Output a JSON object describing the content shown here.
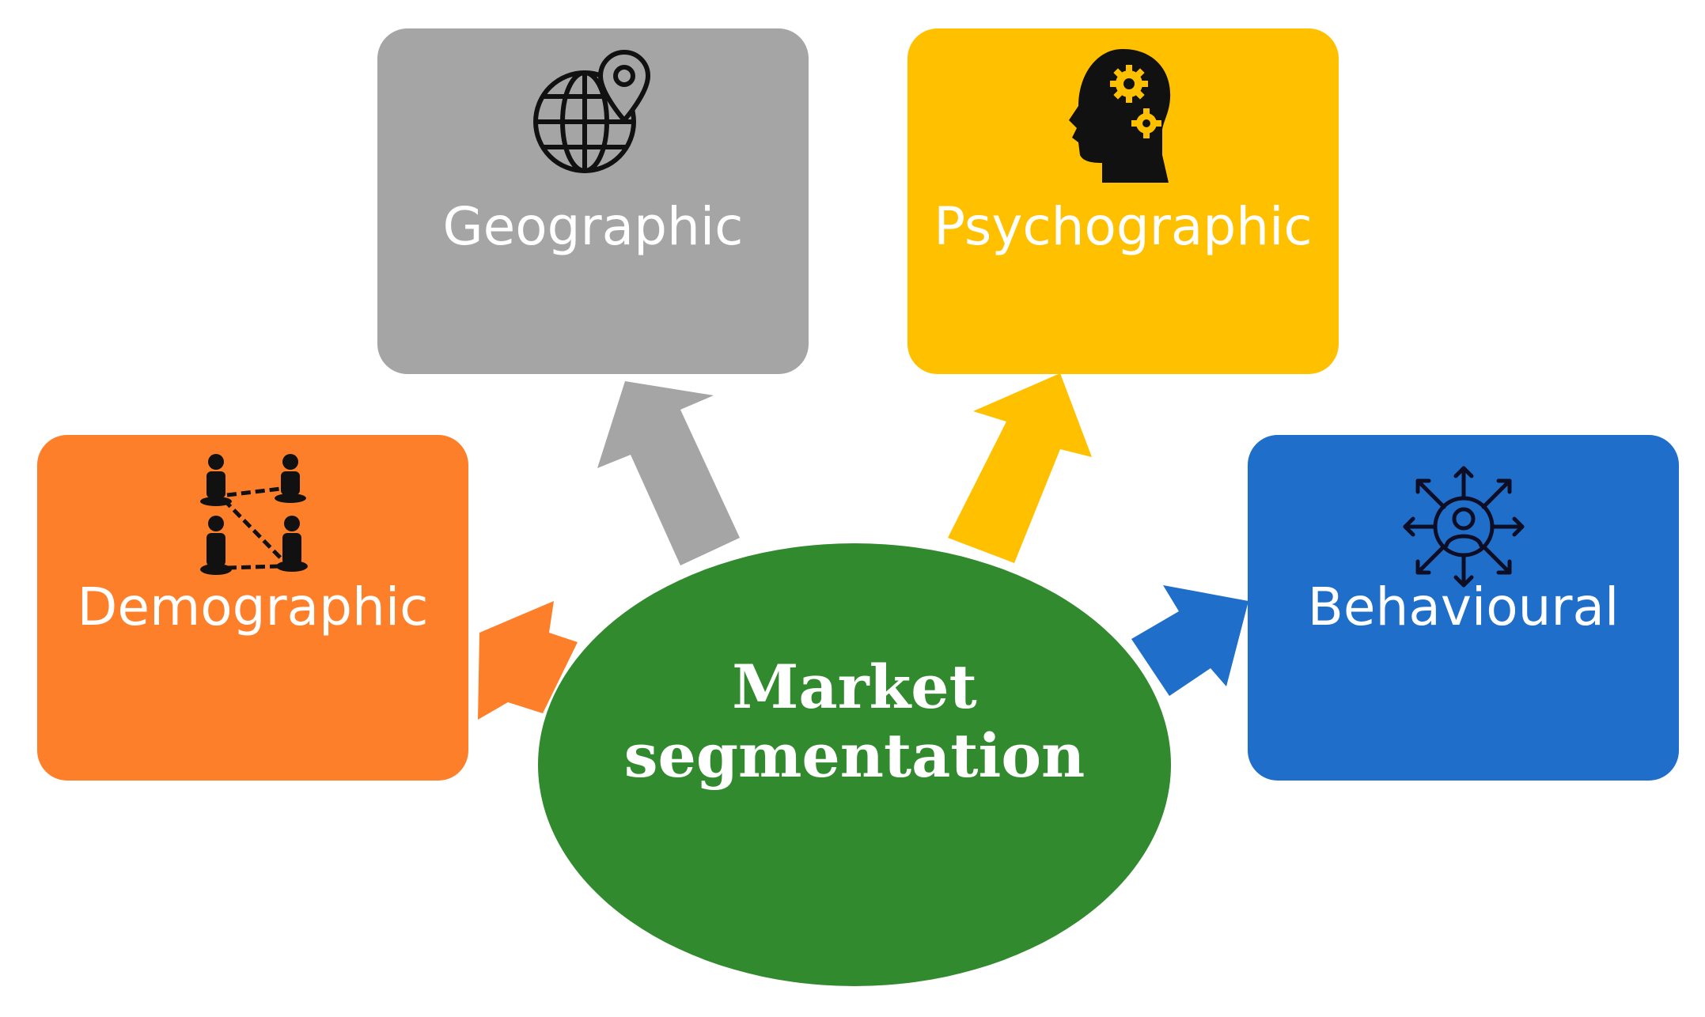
{
  "diagram": {
    "center": {
      "line1": "Market",
      "line2": "segmentation",
      "color": "#328a2e"
    },
    "segments": {
      "geographic": {
        "label": "Geographic",
        "color": "#a5a5a5",
        "icon": "globe-location-pin-icon"
      },
      "psychographic": {
        "label": "Psychographic",
        "color": "#ffc000",
        "icon": "head-gears-icon"
      },
      "demographic": {
        "label": "Demographic",
        "color": "#fd7f2a",
        "icon": "people-network-icon"
      },
      "behavioural": {
        "label": "Behavioural",
        "color": "#1f6ec9",
        "icon": "user-arrows-icon"
      }
    }
  }
}
